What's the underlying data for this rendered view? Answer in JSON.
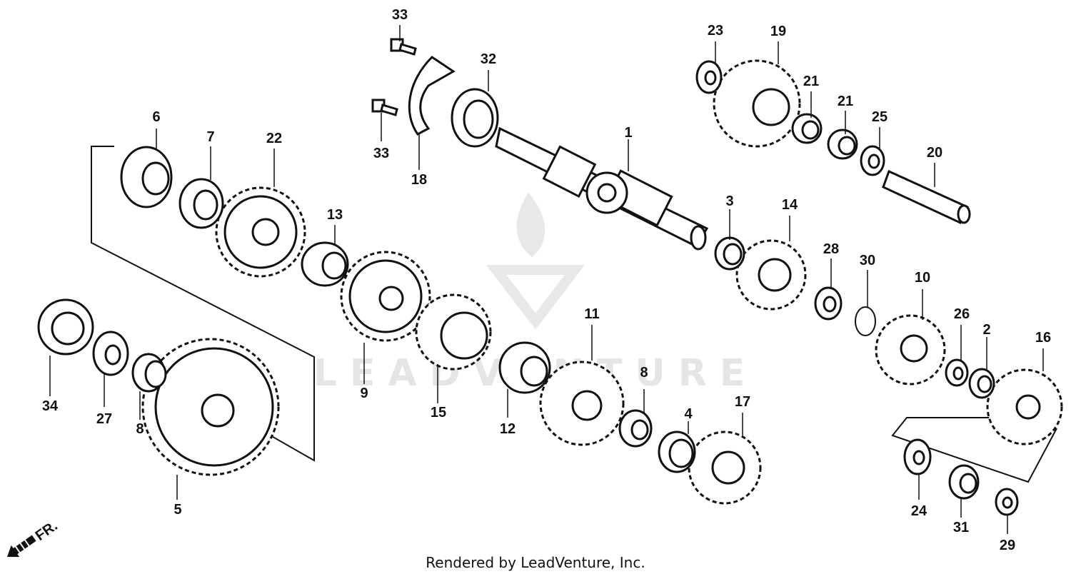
{
  "footer_text": "Rendered by LeadVenture, Inc.",
  "watermark_text": "LEADVENTURE",
  "direction_label": "FR.",
  "callouts": {
    "p1": "1",
    "p2": "2",
    "p3": "3",
    "p4": "4",
    "p5": "5",
    "p6": "6",
    "p7": "7",
    "p8a": "8",
    "p8b": "8",
    "p9": "9",
    "p10": "10",
    "p11": "11",
    "p12": "12",
    "p13": "13",
    "p14": "14",
    "p15": "15",
    "p16": "16",
    "p17": "17",
    "p18": "18",
    "p19": "19",
    "p20": "20",
    "p21a": "21",
    "p21b": "21",
    "p22": "22",
    "p23": "23",
    "p24": "24",
    "p25": "25",
    "p26": "26",
    "p27": "27",
    "p28": "28",
    "p29": "29",
    "p30": "30",
    "p31": "31",
    "p32": "32",
    "p33a": "33",
    "p33b": "33",
    "p34": "34"
  },
  "colors": {
    "ink": "#111111",
    "watermark": "#e3e3e3",
    "background": "#ffffff"
  }
}
